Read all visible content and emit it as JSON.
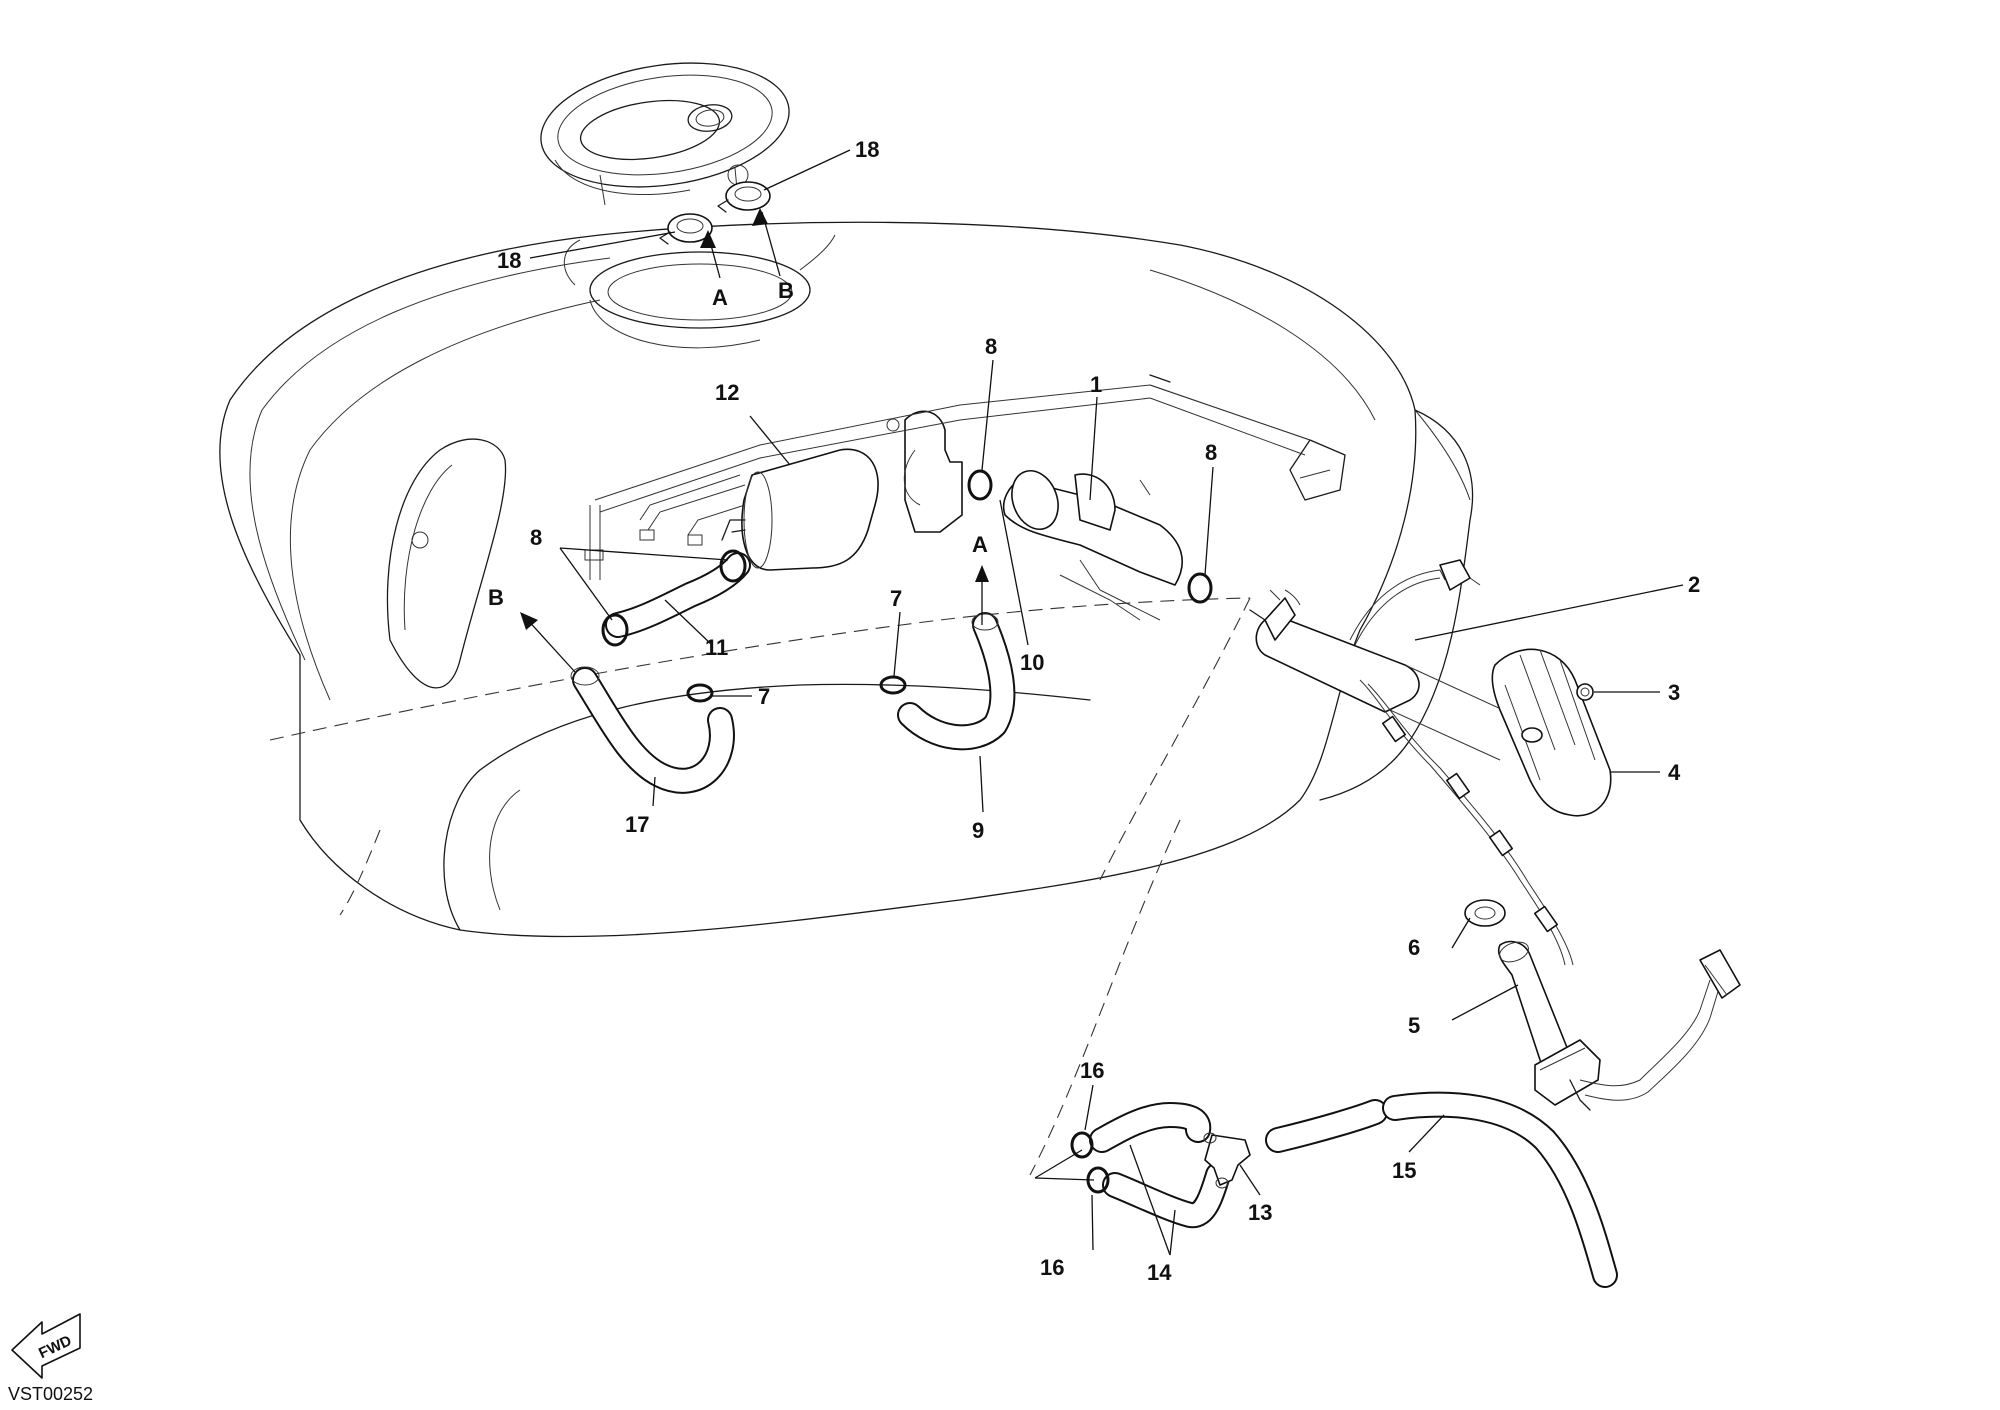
{
  "diagram": {
    "reference_code": "VST00252",
    "fwd_label": "FWD",
    "callouts": {
      "c1": "1",
      "c2": "2",
      "c3": "3",
      "c4": "4",
      "c5": "5",
      "c6": "6",
      "c7a": "7",
      "c7b": "7",
      "c8a": "8",
      "c8b": "8",
      "c8c": "8",
      "c9": "9",
      "c10": "10",
      "c11": "11",
      "c12": "12",
      "c13": "13",
      "c14": "14",
      "c15": "15",
      "c16a": "16",
      "c16b": "16",
      "c17": "17",
      "c18a": "18",
      "c18b": "18"
    },
    "connectors": {
      "a_top": "A",
      "b_top": "B",
      "a_mid": "A",
      "b_left": "B"
    }
  }
}
